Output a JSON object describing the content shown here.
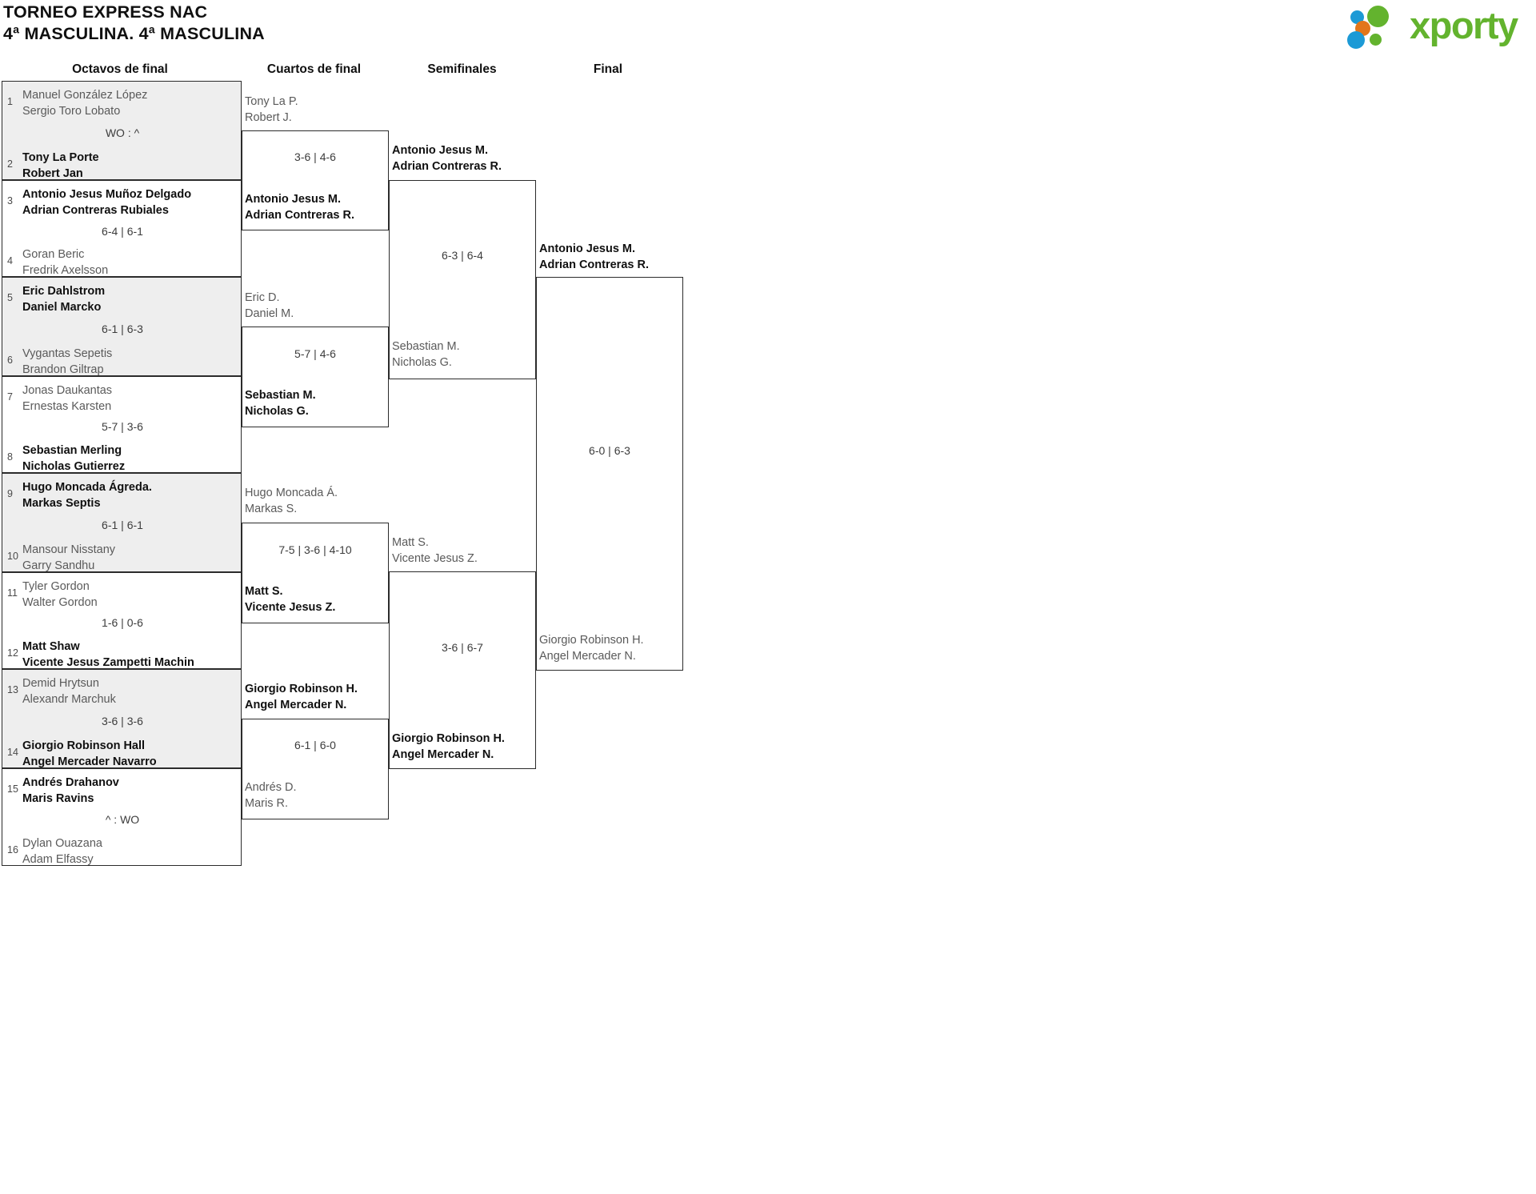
{
  "header": {
    "title_line1": "TORNEO EXPRESS NAC",
    "title_line2": "4ª MASCULINA. 4ª MASCULINA",
    "logo_word": "xporty",
    "logo_colors": {
      "blue": "#1c9ad6",
      "orange": "#e2761b",
      "green": "#63b32e"
    }
  },
  "rounds": [
    {
      "label": "Octavos de final"
    },
    {
      "label": "Cuartos de final"
    },
    {
      "label": "Semifinales"
    },
    {
      "label": "Final"
    }
  ],
  "round1": {
    "matches": [
      {
        "top": {
          "seed": "1",
          "p1": "Manuel González López",
          "p2": "Sergio Toro Lobato",
          "winner": false
        },
        "bottom": {
          "seed": "2",
          "p1": "Tony La Porte",
          "p2": "Robert Jan",
          "winner": true
        },
        "score": "WO : ^"
      },
      {
        "top": {
          "seed": "3",
          "p1": "Antonio Jesus Muñoz Delgado",
          "p2": "Adrian Contreras Rubiales",
          "winner": true
        },
        "bottom": {
          "seed": "4",
          "p1": "Goran Beric",
          "p2": "Fredrik Axelsson",
          "winner": false
        },
        "score": "6-4 | 6-1"
      },
      {
        "top": {
          "seed": "5",
          "p1": "Eric Dahlstrom",
          "p2": "Daniel Marcko",
          "winner": true
        },
        "bottom": {
          "seed": "6",
          "p1": "Vygantas Sepetis",
          "p2": "Brandon Giltrap",
          "winner": false
        },
        "score": "6-1 | 6-3"
      },
      {
        "top": {
          "seed": "7",
          "p1": "Jonas Daukantas",
          "p2": "Ernestas Karsten",
          "winner": false
        },
        "bottom": {
          "seed": "8",
          "p1": "Sebastian Merling",
          "p2": "Nicholas Gutierrez",
          "winner": true
        },
        "score": "5-7 | 3-6"
      },
      {
        "top": {
          "seed": "9",
          "p1": "Hugo Moncada Ágreda.",
          "p2": "Markas Septis",
          "winner": true
        },
        "bottom": {
          "seed": "10",
          "p1": "Mansour Nisstany",
          "p2": "Garry Sandhu",
          "winner": false
        },
        "score": "6-1 | 6-1"
      },
      {
        "top": {
          "seed": "11",
          "p1": "Tyler Gordon",
          "p2": "Walter Gordon",
          "winner": false
        },
        "bottom": {
          "seed": "12",
          "p1": "Matt Shaw",
          "p2": "Vicente Jesus Zampetti Machin",
          "winner": true
        },
        "score": "1-6 | 0-6"
      },
      {
        "top": {
          "seed": "13",
          "p1": "Demid Hrytsun",
          "p2": "Alexandr Marchuk",
          "winner": false
        },
        "bottom": {
          "seed": "14",
          "p1": "Giorgio Robinson Hall",
          "p2": "Angel Mercader Navarro",
          "winner": true
        },
        "score": "3-6 | 3-6"
      },
      {
        "top": {
          "seed": "15",
          "p1": "Andrés Drahanov",
          "p2": "Maris Ravins",
          "winner": true
        },
        "bottom": {
          "seed": "16",
          "p1": "Dylan Ouazana",
          "p2": "Adam Elfassy",
          "winner": false
        },
        "score": "^ : WO"
      }
    ]
  },
  "round2": {
    "matches": [
      {
        "top": {
          "p1": "Tony La P.",
          "p2": "Robert J.",
          "winner": false
        },
        "bottom": {
          "p1": "Antonio Jesus M.",
          "p2": "Adrian Contreras R.",
          "winner": true
        },
        "score": "3-6 | 4-6"
      },
      {
        "top": {
          "p1": "Eric D.",
          "p2": "Daniel M.",
          "winner": false
        },
        "bottom": {
          "p1": "Sebastian M.",
          "p2": "Nicholas G.",
          "winner": true
        },
        "score": "5-7 | 4-6"
      },
      {
        "top": {
          "p1": "Hugo Moncada Á.",
          "p2": "Markas S.",
          "winner": false
        },
        "bottom": {
          "p1": "Matt S.",
          "p2": "Vicente Jesus Z.",
          "winner": true
        },
        "score": "7-5 | 3-6 | 4-10"
      },
      {
        "top": {
          "p1": "Giorgio Robinson H.",
          "p2": "Angel Mercader N.",
          "winner": true
        },
        "bottom": {
          "p1": "Andrés D.",
          "p2": "Maris R.",
          "winner": false
        },
        "score": "6-1 | 6-0"
      }
    ]
  },
  "round3": {
    "matches": [
      {
        "top": {
          "p1": "Antonio Jesus M.",
          "p2": "Adrian Contreras R.",
          "winner": true
        },
        "bottom": {
          "p1": "Sebastian M.",
          "p2": "Nicholas G.",
          "winner": false
        },
        "score": "6-3 | 6-4"
      },
      {
        "top": {
          "p1": "Matt S.",
          "p2": "Vicente Jesus Z.",
          "winner": false
        },
        "bottom": {
          "p1": "Giorgio Robinson H.",
          "p2": "Angel Mercader N.",
          "winner": true
        },
        "score": "3-6 | 6-7"
      }
    ]
  },
  "round4": {
    "matches": [
      {
        "top": {
          "p1": "Antonio Jesus M.",
          "p2": "Adrian Contreras R.",
          "winner": true
        },
        "bottom": {
          "p1": "Giorgio Robinson H.",
          "p2": "Angel Mercader N.",
          "winner": false
        },
        "score": "6-0 | 6-3"
      }
    ]
  }
}
